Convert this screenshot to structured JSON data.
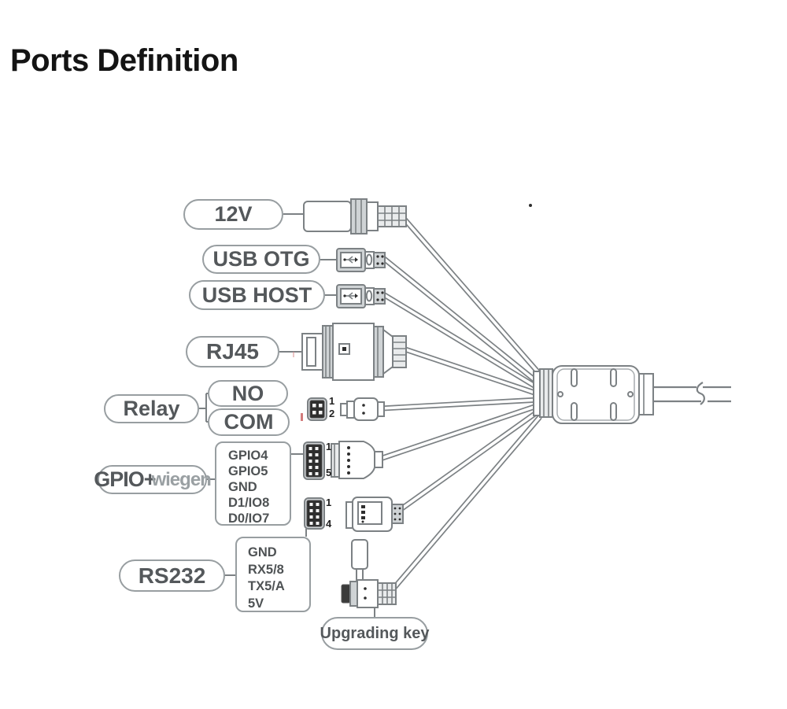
{
  "title": "Ports Definition",
  "labels": {
    "v12": "12V",
    "usb_otg": "USB OTG",
    "usb_host": "USB HOST",
    "rj45": "RJ45",
    "no": "NO",
    "com": "COM",
    "relay": "Relay",
    "gpio_primary": "GPIO+",
    "gpio_secondary": "wiegen",
    "rs232": "RS232",
    "upgrading_key": "Upgrading key"
  },
  "gpio_box": {
    "lines": [
      "GPIO4",
      "GPIO5",
      "GND",
      "D1/IO8",
      "D0/IO7"
    ]
  },
  "rs232_box": {
    "lines": [
      "GND",
      "RX5/8",
      "TX5/A",
      "5V"
    ]
  },
  "pin_labels": {
    "relay_top": "1",
    "relay_bottom": "2",
    "gpio_top": "1",
    "gpio_bottom": "5",
    "rs232_top": "1",
    "rs232_bottom": "4"
  },
  "colors": {
    "line_art": "#7c8184",
    "pill_border": "#989ea1",
    "pill_text": "#54585b",
    "title_text": "#141414",
    "box_text": "#4e5254",
    "connector_dark": "#2e2e2e",
    "red_tick": "#c34f4f",
    "background": "#ffffff"
  }
}
